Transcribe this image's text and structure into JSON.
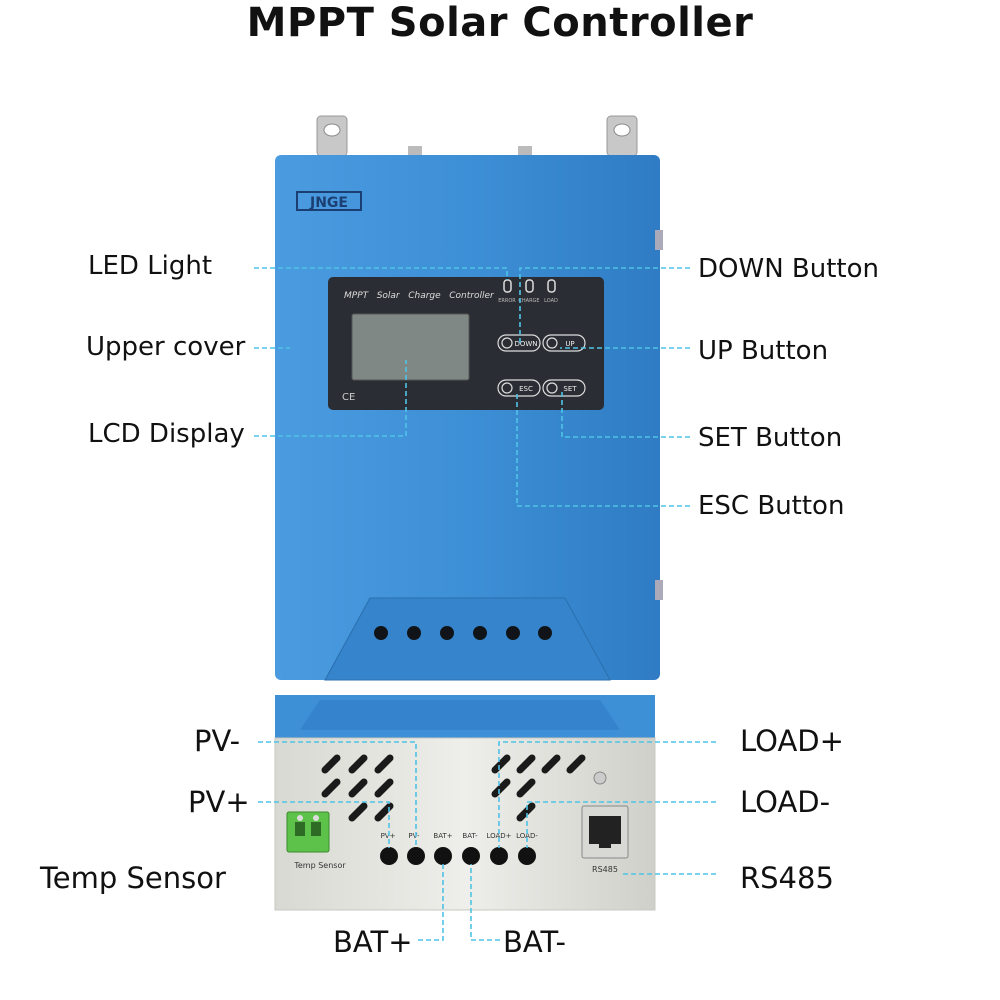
{
  "title": "MPPT Solar Controller",
  "brand": "JNGE",
  "panel": {
    "heading": "MPPT   Solar   Charge   Controller",
    "ce_mark": "CE",
    "led_labels": [
      "ERROR",
      "CHARGE",
      "LOAD"
    ],
    "buttons": {
      "down": "DOWN",
      "up": "UP",
      "esc": "ESC",
      "set": "SET"
    }
  },
  "bottom_panel": {
    "terminal_labels": [
      "PV+",
      "PV-",
      "BAT+",
      "BAT-",
      "LOAD+",
      "LOAD-"
    ],
    "temp_sensor_label": "Temp Sensor",
    "rs485_label": "RS485"
  },
  "callouts": {
    "led_light": "LED Light",
    "upper_cover": "Upper cover",
    "lcd_display": "LCD Display",
    "down_button": "DOWN Button",
    "up_button": "UP Button",
    "set_button": "SET Button",
    "esc_button": "ESC Button",
    "pv_minus": "PV-",
    "pv_plus": "PV+",
    "temp_sensor": "Temp Sensor",
    "bat_plus": "BAT+",
    "bat_minus": "BAT-",
    "load_plus": "LOAD+",
    "load_minus": "LOAD-",
    "rs485": "RS485"
  },
  "colors": {
    "body_blue": "#3d8fd6",
    "panel_dark": "#2a2d33",
    "lcd_gray": "#7f8884",
    "leader_line": "#4fc3e6",
    "housing_gray": "#e6e6e0",
    "connector_green": "#5cc24a"
  }
}
